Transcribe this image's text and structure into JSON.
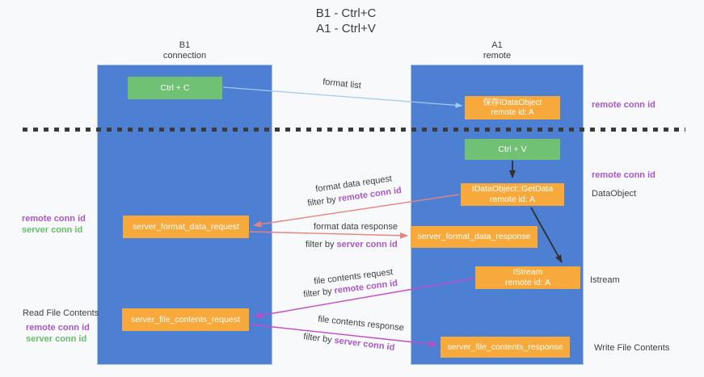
{
  "title": {
    "line1": "B1 - Ctrl+C",
    "line2": "A1 - Ctrl+V"
  },
  "columns": {
    "left": {
      "name": "B1",
      "role": "connection"
    },
    "right": {
      "name": "A1",
      "role": "remote"
    }
  },
  "boxes": {
    "ctrl_c": "Ctrl + C",
    "ctrl_v": "Ctrl + V",
    "save_dataobject": {
      "line1": "保存IDataObject",
      "line2": "remote id: A"
    },
    "getdata": {
      "line1": "IDataObject::GetData",
      "line2": "remote id: A"
    },
    "istream": {
      "line1": "IStream",
      "line2": "remote id: A"
    },
    "format_request": "server_format_data_request",
    "format_response": "server_format_data_response",
    "file_request": "server_file_contents_request",
    "file_response": "server_file_contents_response"
  },
  "arrows": {
    "format_list": "format list",
    "format_data_request": "format data request",
    "format_data_response": "format data response",
    "file_contents_request": "file contents request",
    "file_contents_response": "file contents response",
    "filter_by": "filter by",
    "remote_conn_id": "remote conn id",
    "server_conn_id": "server conn id"
  },
  "side_labels": {
    "remote_conn_id": "remote conn id",
    "server_conn_id": "server conn id",
    "dataobject": "DataObject",
    "istream": "Istream",
    "read_file_contents": "Read File Contents",
    "write_file_contents": "Write File Contents"
  },
  "colors": {
    "column_blue": "#4d80d3",
    "box_green": "#71c175",
    "box_orange": "#f7a93b",
    "arrow_blue": "#9fc9ee",
    "arrow_salmon": "#e8827e",
    "arrow_magenta": "#c44bc8",
    "arrow_black": "#303030",
    "text_purple": "#a757c8",
    "text_green": "#68bd6c"
  }
}
